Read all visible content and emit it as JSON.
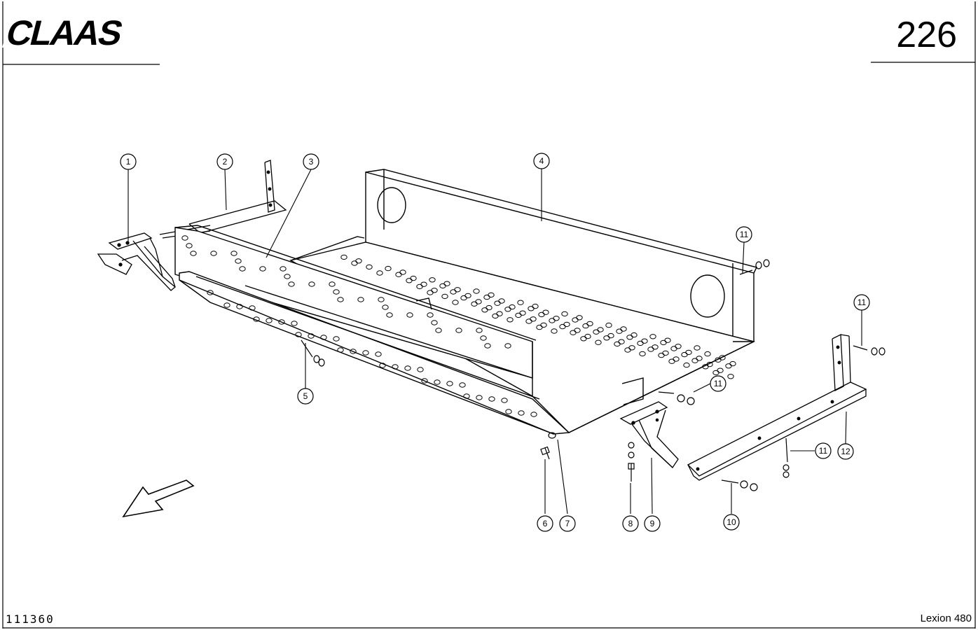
{
  "header": {
    "brand_logo": "CLAAS",
    "page_number": "226"
  },
  "footer": {
    "drawing_number": "111360",
    "model_name": "Lexion 480"
  },
  "diagram": {
    "callouts": [
      {
        "id": "1",
        "label": "1"
      },
      {
        "id": "2",
        "label": "2"
      },
      {
        "id": "3",
        "label": "3"
      },
      {
        "id": "4",
        "label": "4"
      },
      {
        "id": "5",
        "label": "5"
      },
      {
        "id": "6",
        "label": "6"
      },
      {
        "id": "7",
        "label": "7"
      },
      {
        "id": "8",
        "label": "8"
      },
      {
        "id": "9",
        "label": "9"
      },
      {
        "id": "10",
        "label": "10"
      },
      {
        "id": "11a",
        "label": "11"
      },
      {
        "id": "11b",
        "label": "11"
      },
      {
        "id": "11c",
        "label": "11"
      },
      {
        "id": "11d",
        "label": "11"
      },
      {
        "id": "12",
        "label": "12"
      }
    ],
    "direction_arrow_icon": "arrow-left-down-icon"
  },
  "colors": {
    "ink": "#000000",
    "paper": "#ffffff"
  }
}
